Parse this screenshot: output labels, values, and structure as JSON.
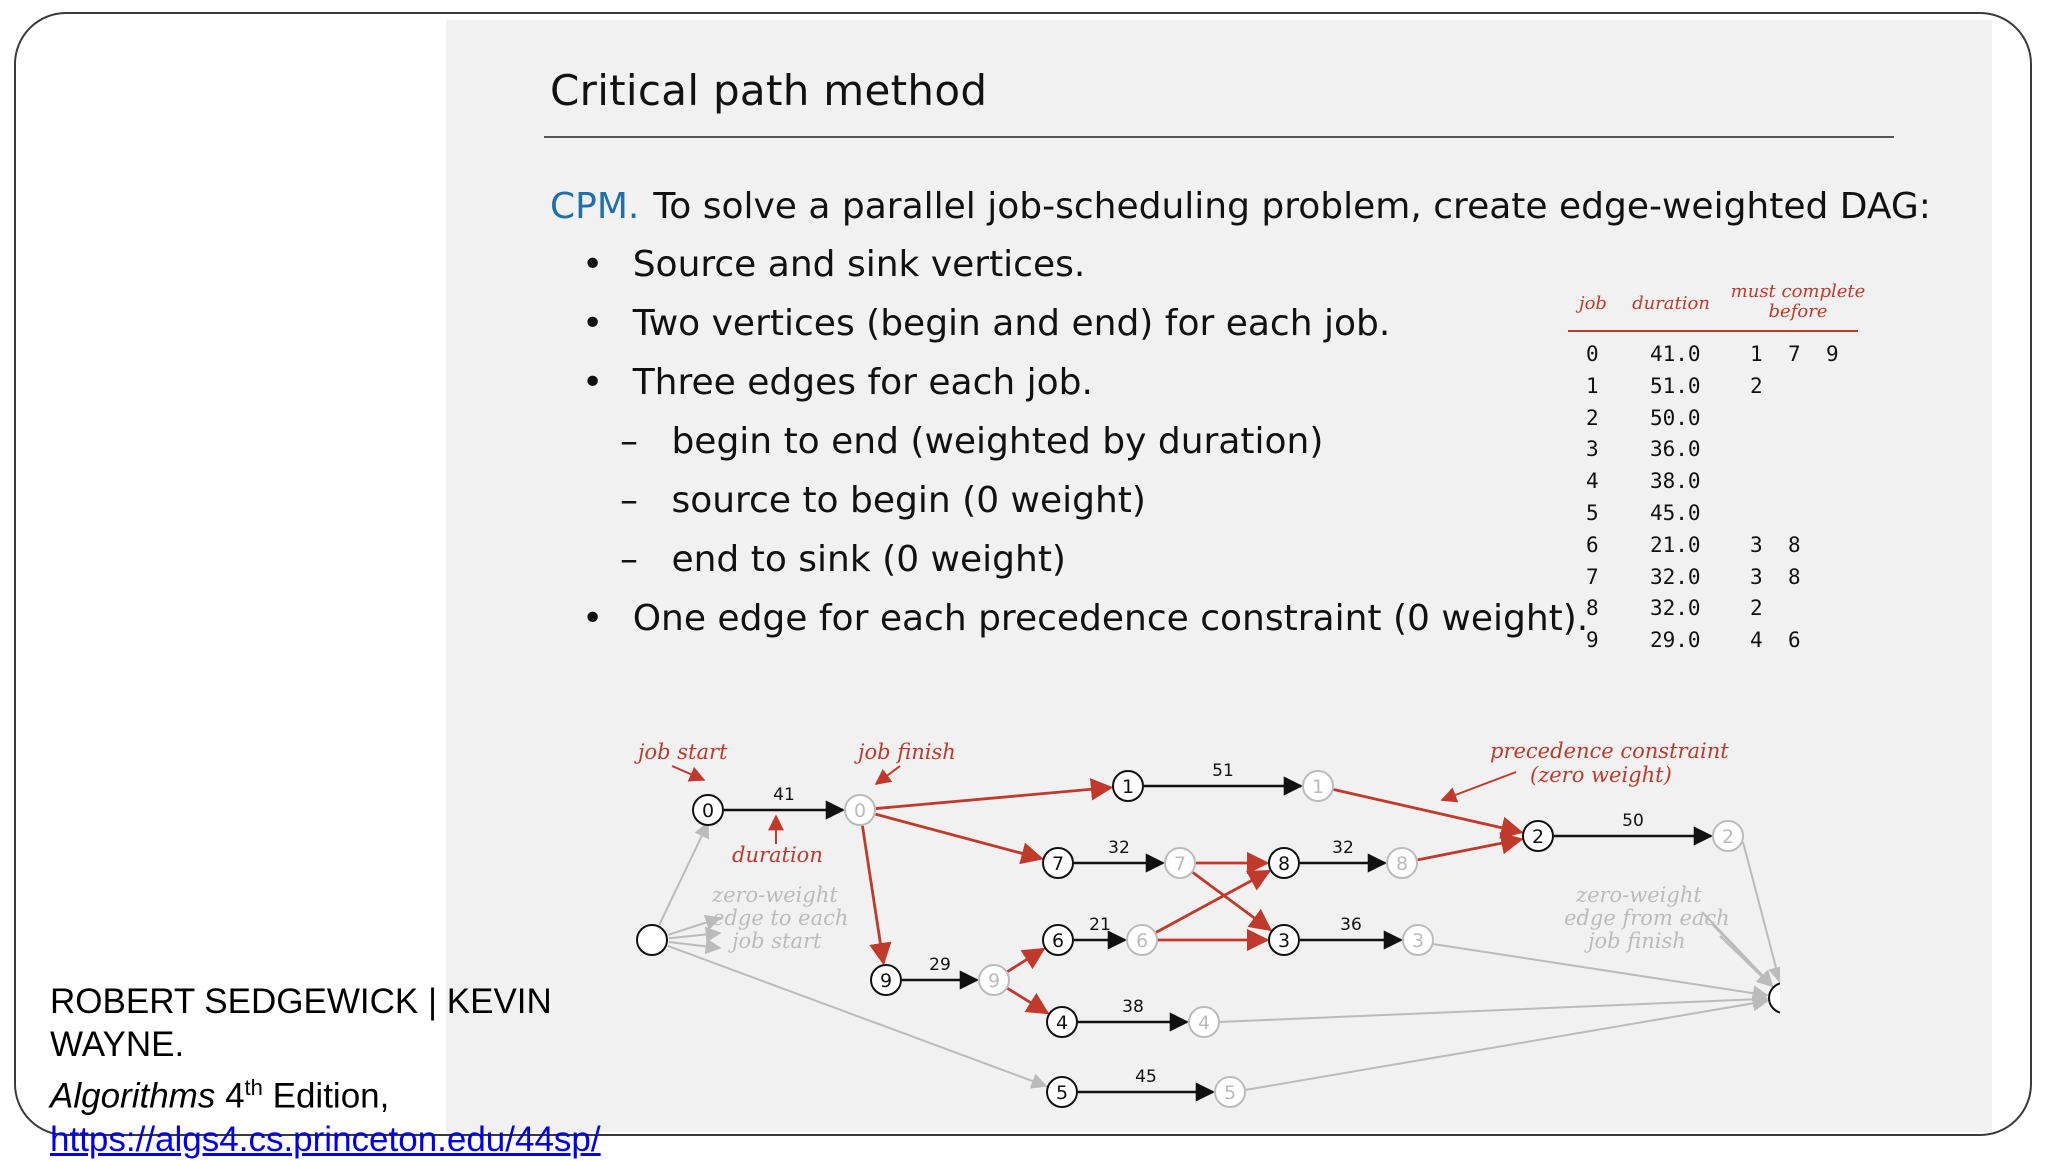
{
  "slide": {
    "title": "Critical path method",
    "intro_label": "CPM.",
    "intro_text": "To solve a parallel job-scheduling problem, create edge-weighted DAG:",
    "bullets": [
      "Source and sink vertices.",
      "Two vertices (begin and end) for each job.",
      "Three edges for each job."
    ],
    "sub_bullets": [
      "begin to end (weighted by duration)",
      "source to begin (0 weight)",
      "end to sink (0 weight)"
    ],
    "last_bullet": "One edge for each precedence constraint (0 weight).",
    "bullet_glyph": "•",
    "dash_glyph": "–"
  },
  "table": {
    "headers": {
      "job": "job",
      "duration": "duration",
      "must_line1": "must complete",
      "must_line2": "before"
    },
    "rows": [
      {
        "job": "0",
        "duration": "41.0",
        "before": [
          "1",
          "7",
          "9"
        ]
      },
      {
        "job": "1",
        "duration": "51.0",
        "before": [
          "2"
        ]
      },
      {
        "job": "2",
        "duration": "50.0",
        "before": []
      },
      {
        "job": "3",
        "duration": "36.0",
        "before": []
      },
      {
        "job": "4",
        "duration": "38.0",
        "before": []
      },
      {
        "job": "5",
        "duration": "45.0",
        "before": []
      },
      {
        "job": "6",
        "duration": "21.0",
        "before": [
          "3",
          "8"
        ]
      },
      {
        "job": "7",
        "duration": "32.0",
        "before": [
          "3",
          "8"
        ]
      },
      {
        "job": "8",
        "duration": "32.0",
        "before": [
          "2"
        ]
      },
      {
        "job": "9",
        "duration": "29.0",
        "before": [
          "4",
          "6"
        ]
      }
    ]
  },
  "diagram": {
    "annotations": {
      "job_start": "job start",
      "job_finish": "job finish",
      "duration": "duration",
      "precedence_line1": "precedence constraint",
      "precedence_line2": "(zero weight)",
      "zero_start_line1": "zero-weight",
      "zero_start_line2": "edge to each",
      "zero_start_line3": "job start",
      "zero_finish_line1": "zero-weight",
      "zero_finish_line2": "edge from each",
      "zero_finish_line3": "job finish"
    },
    "jobs": [
      {
        "id": "0",
        "weight": "41"
      },
      {
        "id": "1",
        "weight": "51"
      },
      {
        "id": "2",
        "weight": "50"
      },
      {
        "id": "3",
        "weight": "36"
      },
      {
        "id": "4",
        "weight": "38"
      },
      {
        "id": "5",
        "weight": "45"
      },
      {
        "id": "6",
        "weight": "21"
      },
      {
        "id": "7",
        "weight": "32"
      },
      {
        "id": "8",
        "weight": "32"
      },
      {
        "id": "9",
        "weight": "29"
      }
    ],
    "colors": {
      "job_edge": "#111111",
      "precedence_edge": "#c0392b",
      "zero_edge": "#bbbbbb",
      "finish_node": "#bbbbbb",
      "annotation": "#c0392b"
    }
  },
  "credit": {
    "authors": "ROBERT SEDGEWICK | KEVIN WAYNE.",
    "book": "Algorithms",
    "edition_num": "4",
    "edition_sup": "th",
    "edition_rest": "Edition,",
    "url": "https://algs4.cs.princeton.edu/44sp/"
  }
}
